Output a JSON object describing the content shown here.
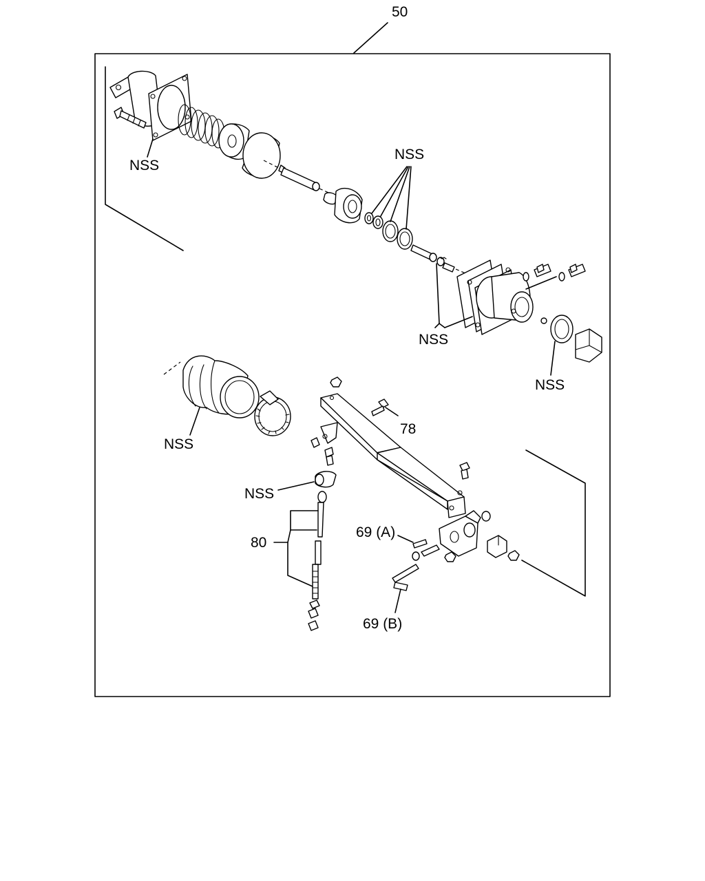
{
  "labels": {
    "assembly": "50",
    "nss_top_left": "NSS",
    "nss_seals": "NSS",
    "nss_valve_body": "NSS",
    "nss_plug": "NSS",
    "nss_boot": "NSS",
    "nss_cap": "NSS",
    "bolt_78": "78",
    "rod_80": "80",
    "pin_69a": "69 (A)",
    "pin_69b": "69 (B)"
  }
}
